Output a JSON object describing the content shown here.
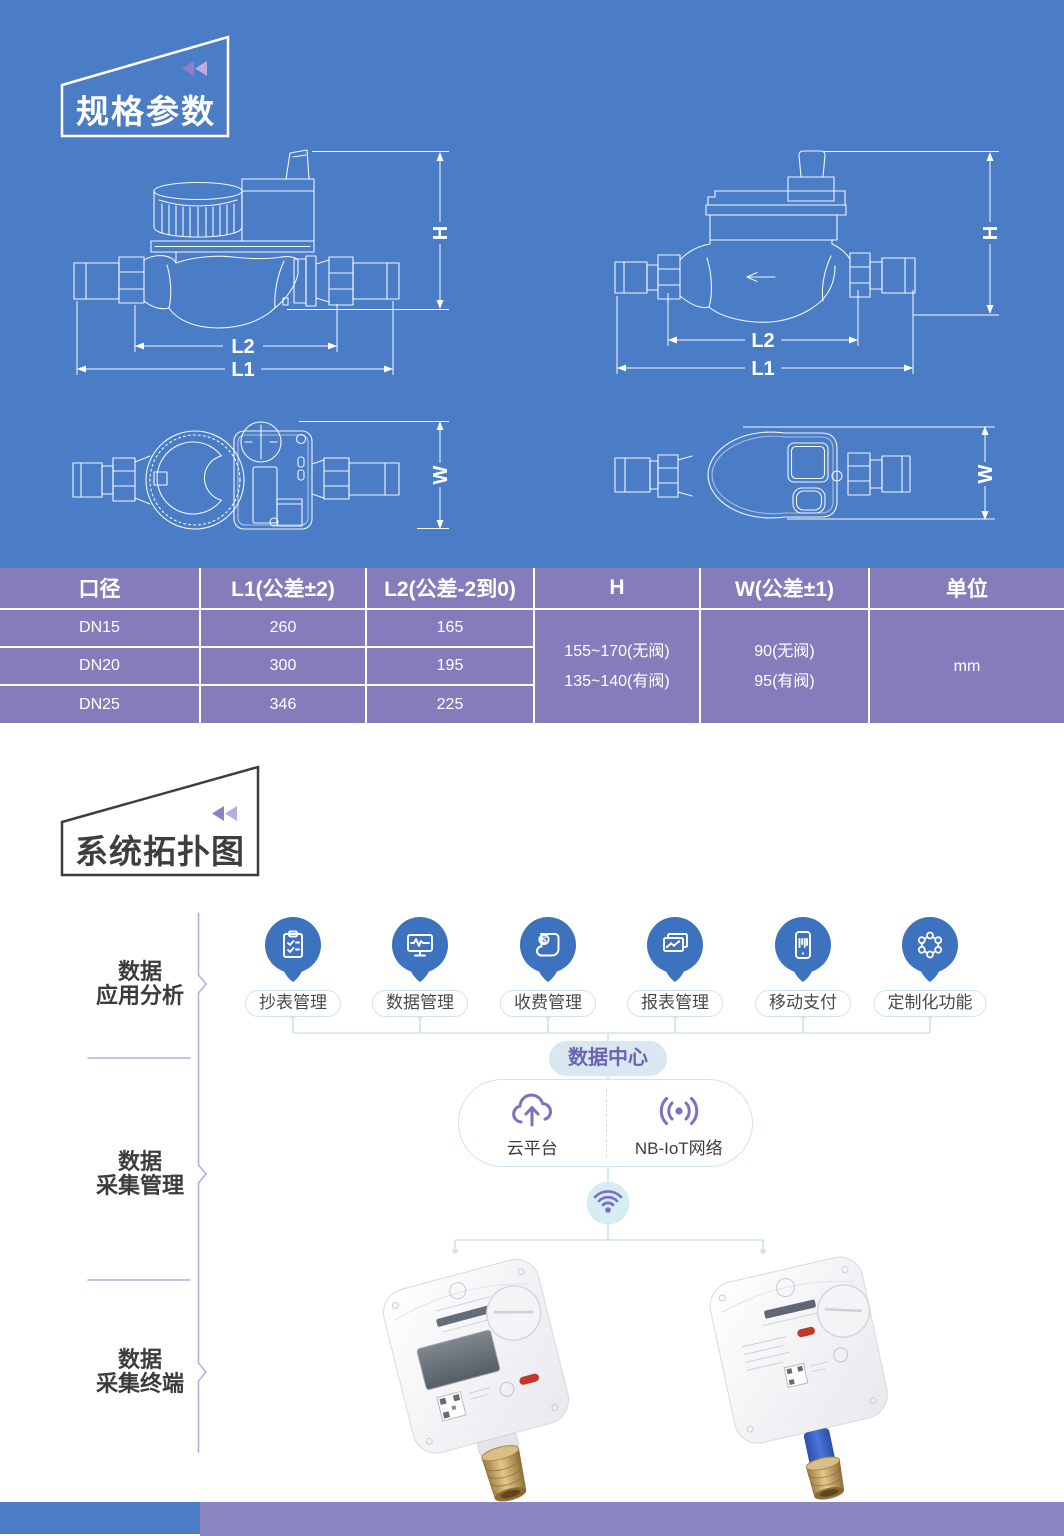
{
  "hero": {
    "badge": "规格参数",
    "dims": {
      "h": "H",
      "l1": "L1",
      "l2": "L2",
      "w": "W"
    }
  },
  "table": {
    "headers": [
      "口径",
      "L1(公差±2)",
      "L2(公差-2到0)",
      "H",
      "W(公差±1)",
      "单位"
    ],
    "rows": [
      {
        "dn": "DN15",
        "l1": "260",
        "l2": "165"
      },
      {
        "dn": "DN20",
        "l1": "300",
        "l2": "195"
      },
      {
        "dn": "DN25",
        "l1": "346",
        "l2": "225"
      }
    ],
    "h_value": {
      "line1": "155~170(无阀)",
      "line2": "135~140(有阀)"
    },
    "w_value": {
      "line1": "90(无阀)",
      "line2": "95(有阀)"
    },
    "unit": "mm"
  },
  "topology": {
    "badge": "系统拓扑图",
    "rail": [
      {
        "line1": "数据",
        "line2": "应用分析"
      },
      {
        "line1": "数据",
        "line2": "采集管理"
      },
      {
        "line1": "数据",
        "line2": "采集终端"
      }
    ],
    "apps": [
      {
        "label": "抄表管理"
      },
      {
        "label": "数据管理"
      },
      {
        "label": "收费管理"
      },
      {
        "label": "报表管理"
      },
      {
        "label": "移动支付"
      },
      {
        "label": "定制化功能"
      }
    ],
    "data_center": "数据中心",
    "cloud": "云平台",
    "nbiot": "NB-IoT网络"
  },
  "colors": {
    "hero_blue": "#4A7DC6",
    "table_purple": "#857CBC",
    "bubble_blue": "#3D72BE",
    "accent_purple": "#7B70C4",
    "rail_purple": "#B6AEDE",
    "connector_blue": "#CFE3EF",
    "footer_purple": "#8B86C4",
    "badge_tri_dark": "#8E80C6",
    "badge_tri_light": "#B7ADDF"
  }
}
